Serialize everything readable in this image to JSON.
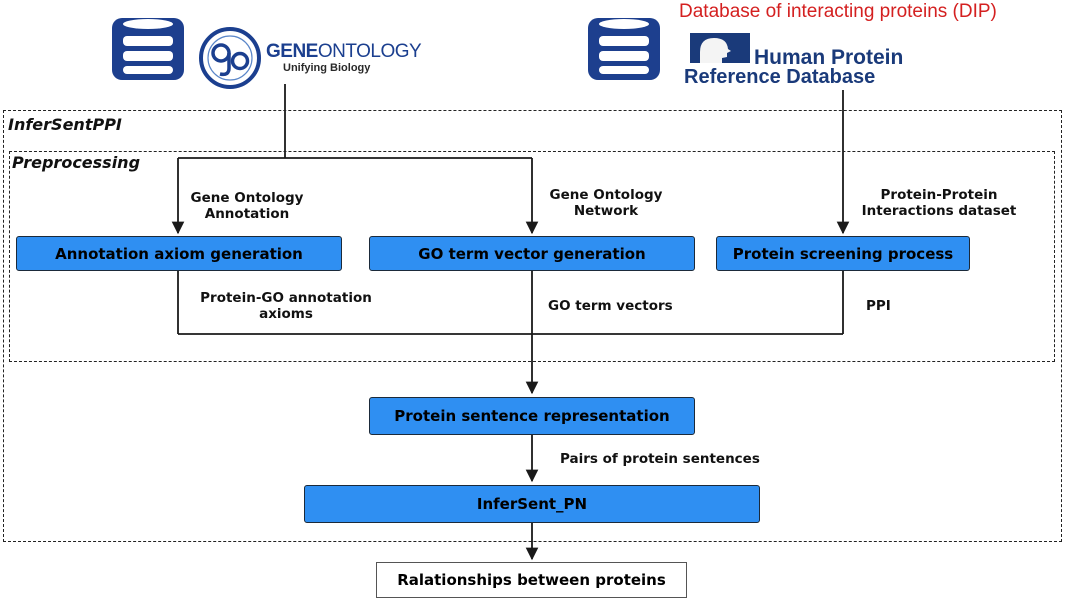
{
  "sources": {
    "dip_label": "Database of interacting proteins (DIP)",
    "geneontology": {
      "name_bold": "GENE",
      "name_rest": "ONTOLOGY",
      "tagline": "Unifying Biology"
    },
    "hprd": {
      "line1": "Human Protein",
      "line2": "Reference Database"
    },
    "icons": [
      "database-icon",
      "go-logo-icon",
      "hprd-logo-icon"
    ]
  },
  "frames": {
    "outer": "InferSentPPI",
    "inner": "Preprocessing"
  },
  "inputs": {
    "go_annotation": [
      "Gene Ontology",
      "Annotation"
    ],
    "go_network": [
      "Gene Ontology",
      "Network"
    ],
    "ppi_dataset": [
      "Protein-Protein",
      "Interactions dataset"
    ]
  },
  "processes": {
    "annotation": "Annotation axiom generation",
    "vector": "GO term vector generation",
    "screening": "Protein screening process",
    "sentence": "Protein sentence representation",
    "infersent": "InferSent_PN"
  },
  "outputs": {
    "axioms": [
      "Protein-GO annotation",
      "axioms"
    ],
    "vectors": "GO term vectors",
    "ppi": "PPI",
    "pairs": "Pairs of protein sentences",
    "result": "Ralationships between proteins"
  },
  "colors": {
    "process_fill": "#2f8ff2",
    "dip_text": "#d42020",
    "go_brand": "#1b3f8f",
    "hprd_brand": "#1a3a7a"
  }
}
